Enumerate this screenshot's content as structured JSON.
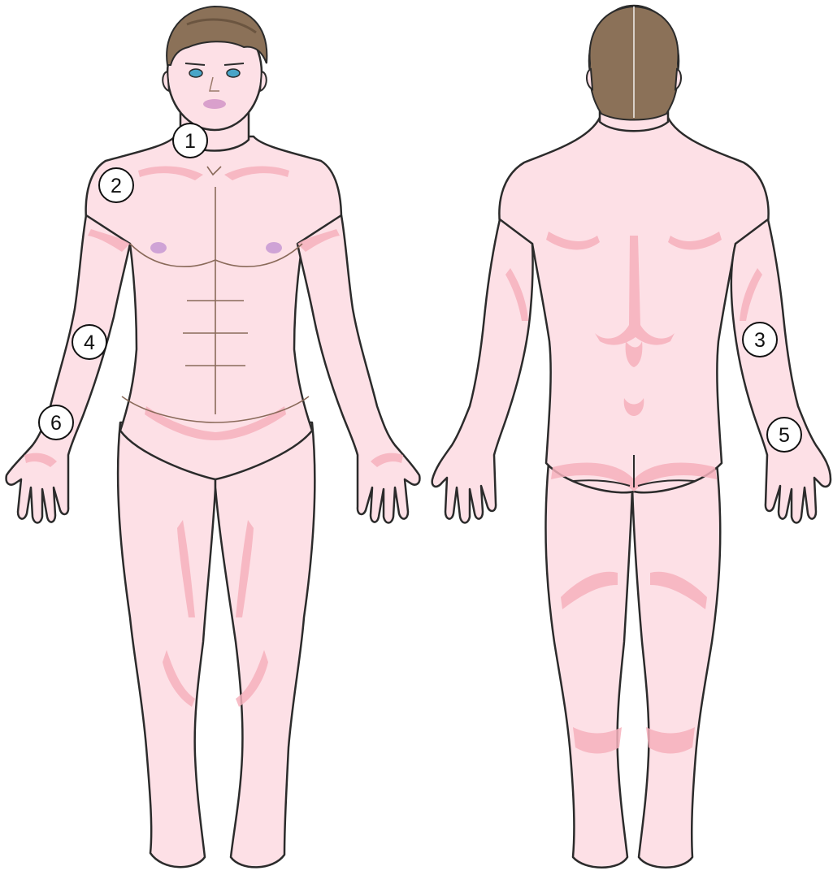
{
  "colors": {
    "skin": "#fde0e6",
    "shade": "#f6b0bc",
    "outline": "#2b2b2b",
    "hair": "#8b7158",
    "hairDark": "#6b5540",
    "eyes": "#4aa5c8",
    "lips": "#d9a0cc",
    "nipples": "#cfa3d6",
    "marker_stroke": "#111111",
    "marker_fill": "#ffffff"
  },
  "markers": [
    {
      "label": "1",
      "view": "front",
      "site": "neck"
    },
    {
      "label": "2",
      "view": "front",
      "site": "shoulder"
    },
    {
      "label": "3",
      "view": "back",
      "site": "elbow"
    },
    {
      "label": "4",
      "view": "front",
      "site": "upper-arm"
    },
    {
      "label": "5",
      "view": "back",
      "site": "wrist"
    },
    {
      "label": "6",
      "view": "front",
      "site": "wrist"
    }
  ]
}
